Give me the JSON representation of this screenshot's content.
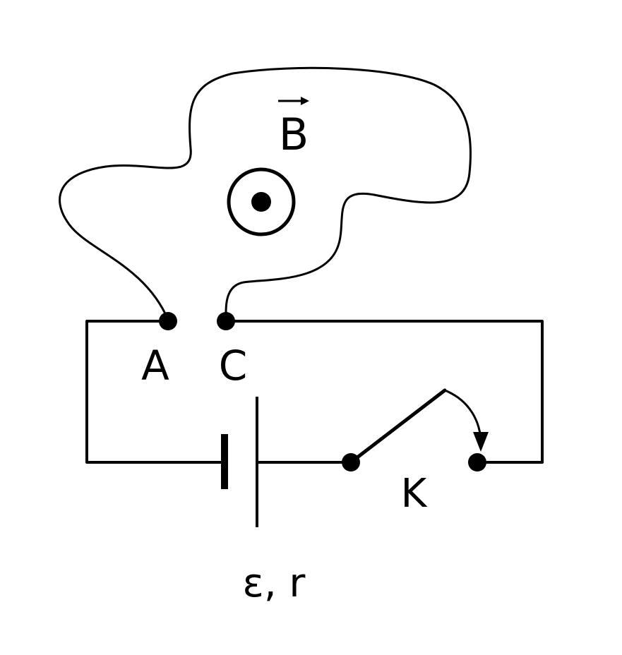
{
  "labels": {
    "field_symbol": "B",
    "terminal_left": "A",
    "terminal_right": "C",
    "switch": "K",
    "source": "ε, r"
  },
  "field": {
    "direction": "out of page"
  },
  "colors": {
    "ink": "#000000",
    "background": "#ffffff"
  }
}
